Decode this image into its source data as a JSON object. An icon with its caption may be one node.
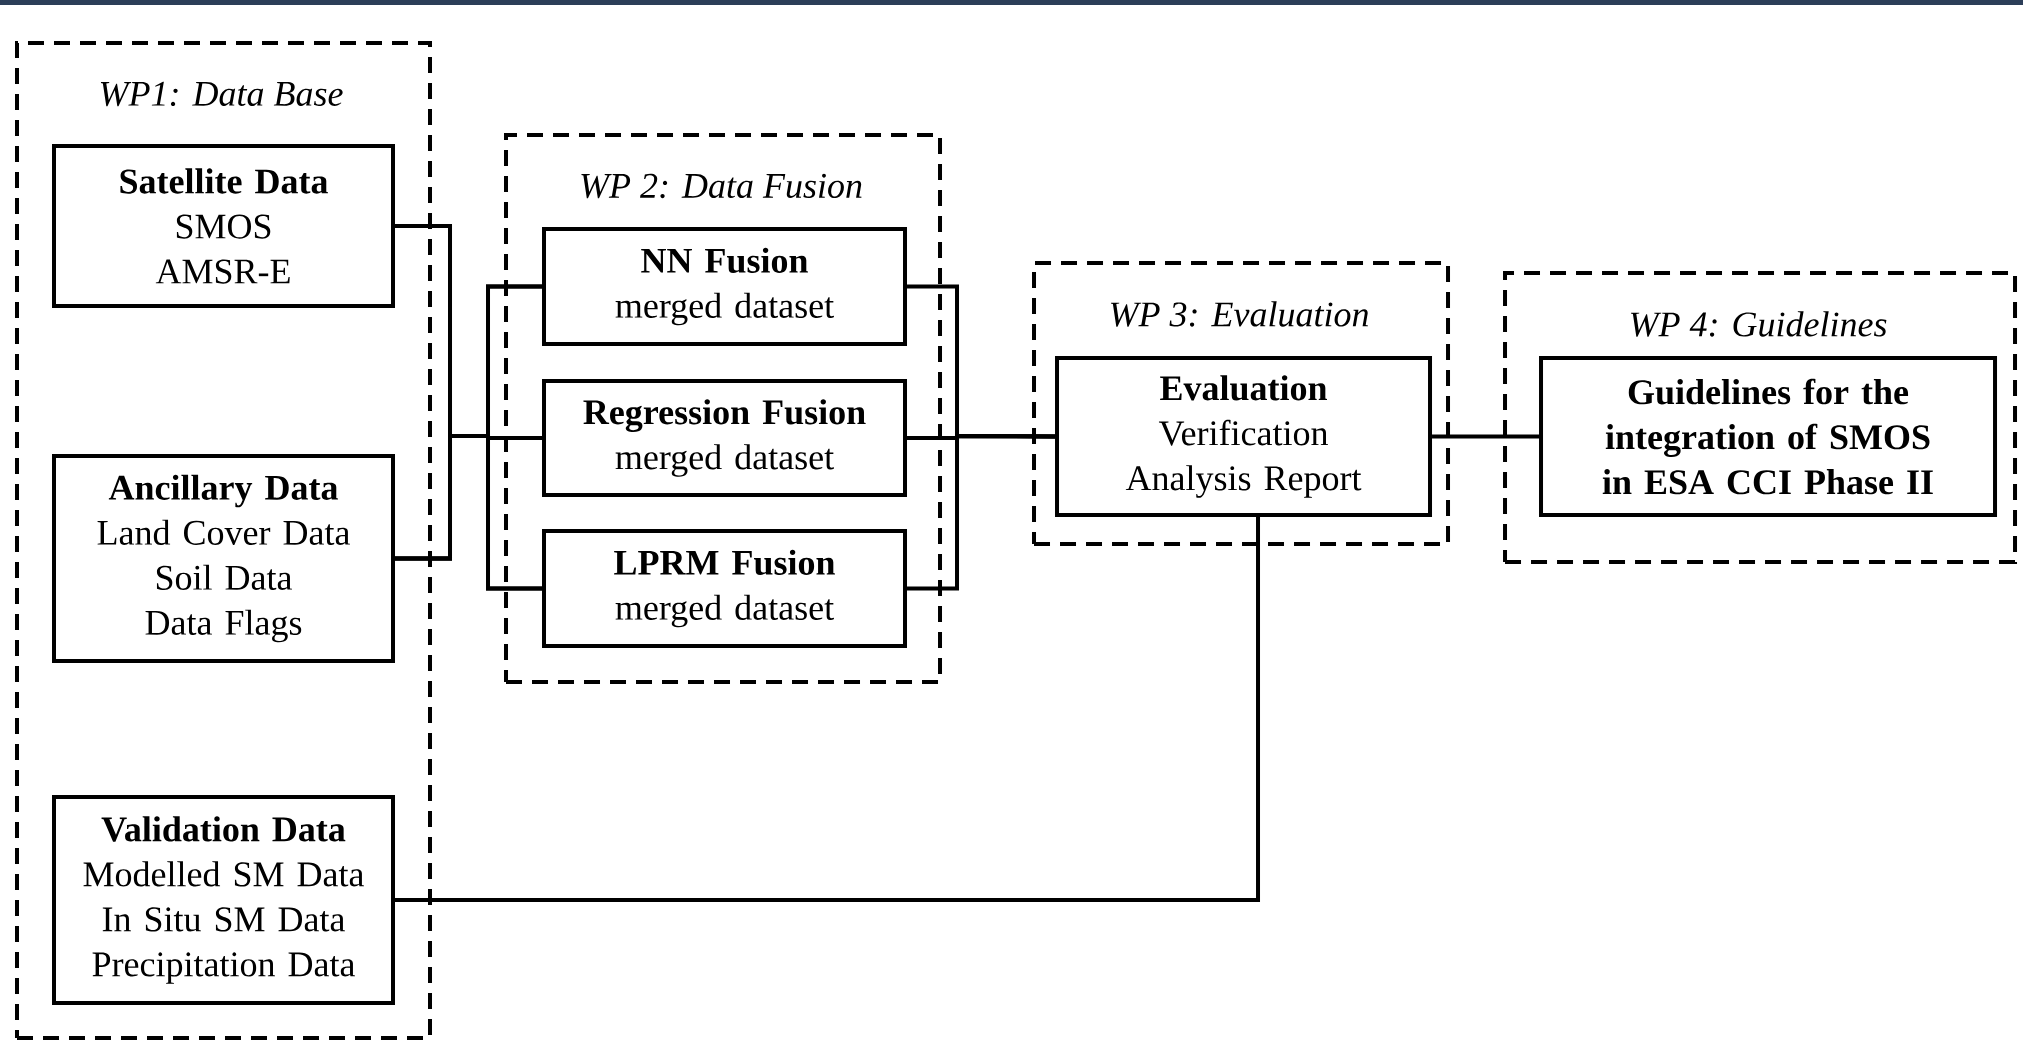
{
  "diagram": {
    "nodes": [
      {
        "text": [
          "WP1: Data Base"
        ]
      },
      {
        "text": [
          "Satellite Data",
          "SMOS",
          "AMSR-E"
        ],
        "in": 0
      },
      {
        "text": [
          "Ancillary Data",
          "Land Cover Data",
          "Soil Data",
          "Data Flags"
        ],
        "in": 0
      },
      {
        "text": [
          "Validation Data",
          "Modelled SM Data",
          "In Situ SM Data",
          "Precipitation Data"
        ],
        "in": 0
      },
      {
        "text": [
          "WP 2: Data Fusion"
        ]
      },
      {
        "text": [
          "NN Fusion",
          "merged dataset"
        ],
        "in": 4
      },
      {
        "text": [
          "Regression Fusion",
          "merged dataset"
        ],
        "in": 4
      },
      {
        "text": [
          "LPRM Fusion",
          "merged dataset"
        ],
        "in": 4
      },
      {
        "text": [
          "WP 3: Evaluation"
        ]
      },
      {
        "text": [
          "Evaluation",
          "Verification",
          "Analysis Report"
        ],
        "in": 8
      },
      {
        "text": [
          "WP 4: Guidelines"
        ]
      },
      {
        "text": [
          "Guidelines for the integration of SMOS in ESA CCI Phase II"
        ],
        "in": 10
      }
    ],
    "edges": [
      {
        "from": 1,
        "to": 5,
        "arrow": "none"
      },
      {
        "from": 1,
        "to": 6,
        "arrow": "none"
      },
      {
        "from": 1,
        "to": 7,
        "arrow": "none"
      },
      {
        "from": 2,
        "to": 5,
        "arrow": "none"
      },
      {
        "from": 2,
        "to": 6,
        "arrow": "none"
      },
      {
        "from": 2,
        "to": 7,
        "arrow": "none"
      },
      {
        "from": 5,
        "to": 9,
        "arrow": "none"
      },
      {
        "from": 6,
        "to": 9,
        "arrow": "none"
      },
      {
        "from": 7,
        "to": 9,
        "arrow": "none"
      },
      {
        "from": 9,
        "to": 11,
        "arrow": "none"
      },
      {
        "from": 3,
        "to": 9,
        "arrow": "none"
      }
    ]
  }
}
